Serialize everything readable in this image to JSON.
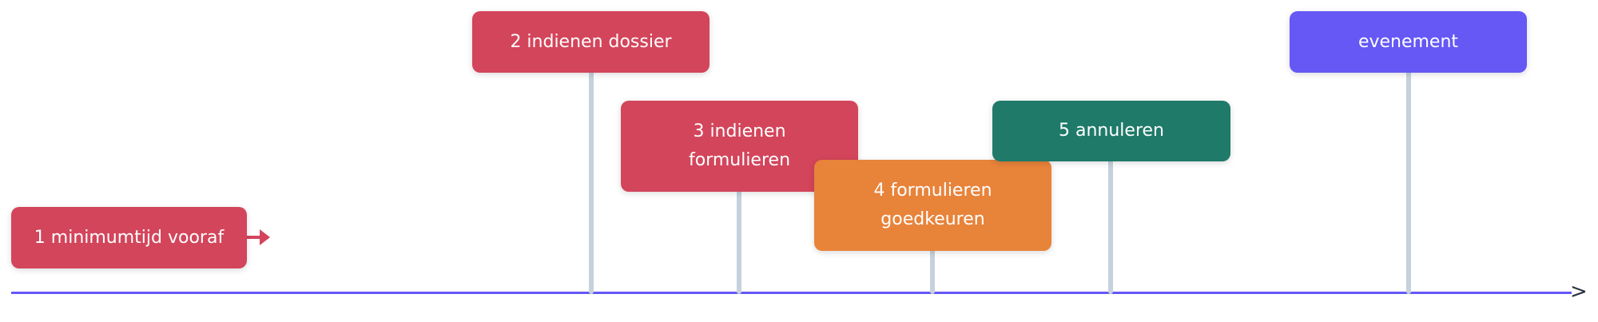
{
  "colors": {
    "red": "#d3455b",
    "orange": "#e8833a",
    "green": "#1f7a6a",
    "purple": "#6558f5",
    "stem": "#c5d1dc"
  },
  "events": [
    {
      "label": "1 minimumtijd vooraf",
      "color": "#d3455b"
    },
    {
      "label": "2 indienen dossier",
      "color": "#d3455b"
    },
    {
      "label": "3 indienen formulieren",
      "color": "#d3455b"
    },
    {
      "label": "4 formulieren goedkeuren",
      "color": "#e8833a"
    },
    {
      "label": "5 annuleren",
      "color": "#1f7a6a"
    },
    {
      "label": "evenement",
      "color": "#6558f5"
    }
  ],
  "axis": {
    "arrow": ">"
  }
}
